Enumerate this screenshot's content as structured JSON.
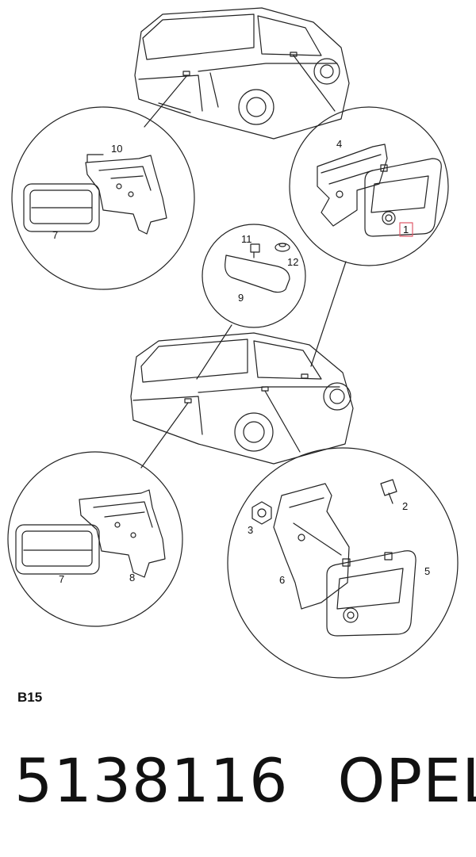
{
  "callouts": [
    "1",
    "2",
    "3",
    "4",
    "5",
    "6",
    "7",
    "7",
    "8",
    "9",
    "10",
    "11",
    "12"
  ],
  "section_code": "B15",
  "part_number": "5138116",
  "brand": "OPEL",
  "colors": {
    "line": "#222222",
    "highlight_box": "#e05a6a",
    "background": "#ffffff"
  }
}
